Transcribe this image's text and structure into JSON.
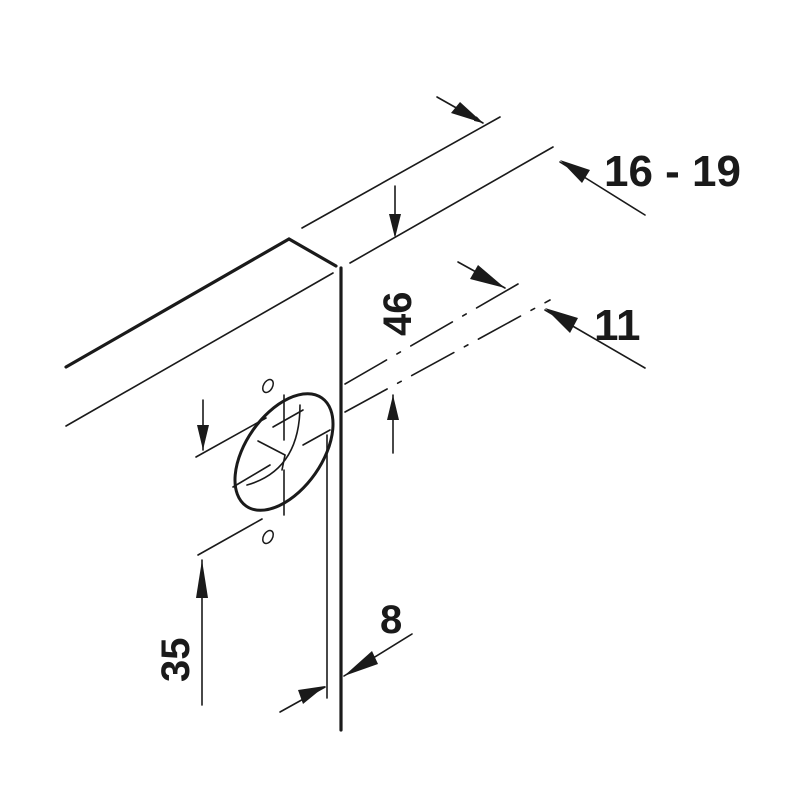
{
  "diagram": {
    "type": "isometric technical dimension drawing",
    "line_color": "#1a1a1a",
    "background": "#ffffff",
    "dimensions": {
      "panel_thickness": "16 - 19",
      "setback_depth": "11",
      "vertical_offset": "46",
      "hole_from_edge": "35",
      "plate_thickness": "8"
    }
  }
}
